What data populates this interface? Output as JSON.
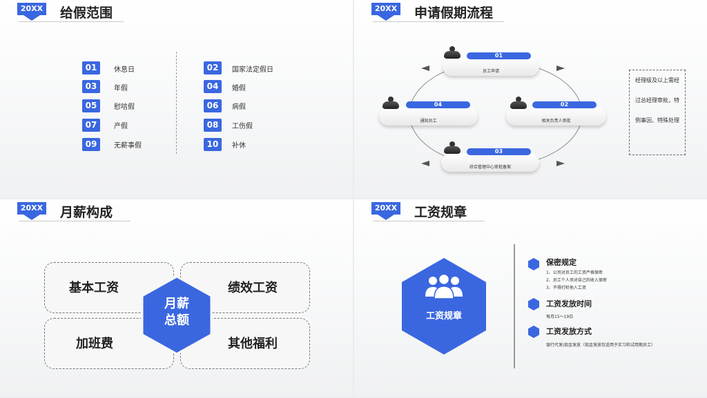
{
  "tag": "20XX",
  "slide1": {
    "title": "给假范围",
    "items": [
      {
        "num": "01",
        "label": "休息日"
      },
      {
        "num": "02",
        "label": "国家法定假日"
      },
      {
        "num": "03",
        "label": "年假"
      },
      {
        "num": "04",
        "label": "婚假"
      },
      {
        "num": "05",
        "label": "慰唁假"
      },
      {
        "num": "06",
        "label": "病假"
      },
      {
        "num": "07",
        "label": "产假"
      },
      {
        "num": "08",
        "label": "工伤假"
      },
      {
        "num": "09",
        "label": "无薪事假"
      },
      {
        "num": "10",
        "label": "补休"
      }
    ]
  },
  "slide2": {
    "title": "申请假期流程",
    "steps": [
      {
        "num": "01",
        "label": "员工申请"
      },
      {
        "num": "02",
        "label": "相关负责人审批"
      },
      {
        "num": "03",
        "label": "综合管理中心审批备案"
      },
      {
        "num": "04",
        "label": "通知员工"
      }
    ],
    "note_lines": [
      "经理级及以上需经",
      "过总经理审批，特",
      "例事因、特殊处理"
    ]
  },
  "slide3": {
    "title": "月薪构成",
    "center": [
      "月薪",
      "总额"
    ],
    "boxes": [
      "基本工资",
      "绩效工资",
      "加班费",
      "其他福利"
    ]
  },
  "slide4": {
    "title": "工资规章",
    "hex_label": "工资规章",
    "sections": [
      {
        "title": "保密规定",
        "lines": [
          "1、公司对员工的工资严格保密",
          "2、员工个人须对自己的收入保密",
          "3、不得打听他人工资"
        ]
      },
      {
        "title": "工资发放时间",
        "lines": [
          "每月15～19日"
        ]
      },
      {
        "title": "工资发放方式",
        "lines": [
          "银行代发\\现金发放（现金发放仅适用于实习和试用期员工）"
        ]
      }
    ]
  },
  "colors": {
    "accent": "#3a67e0"
  }
}
